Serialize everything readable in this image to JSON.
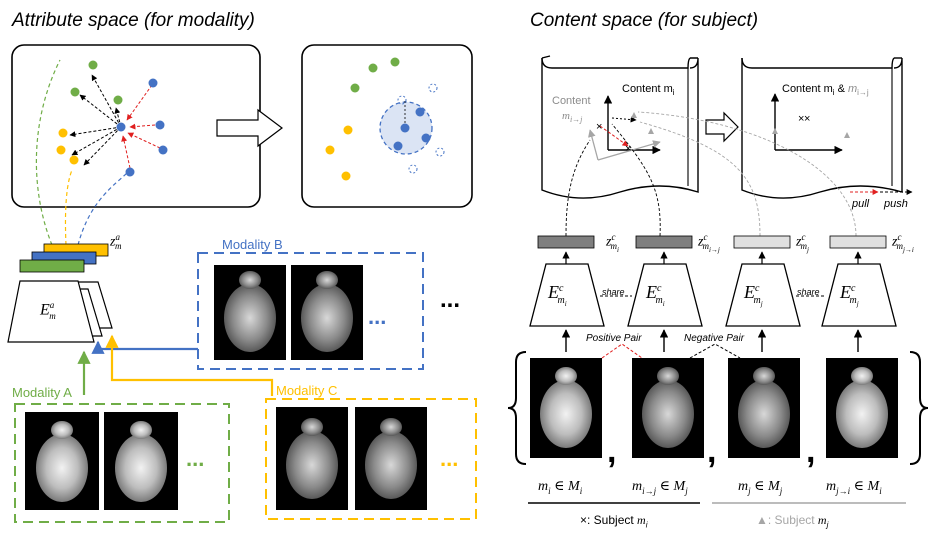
{
  "left": {
    "title": "Attribute space (for modality)",
    "encoder": "E",
    "encoder_sub": "m",
    "encoder_sup": "a",
    "latent": "z",
    "latent_sub": "m",
    "latent_sup": "a",
    "modality_a": "Modality A",
    "modality_b": "Modality B",
    "modality_c": "Modality C",
    "ellipsis": "...",
    "more": "..."
  },
  "right": {
    "title": "Content space (for subject)",
    "content_mi": "Content m",
    "content_mi_sub": "i",
    "content_mij": "Content",
    "content_mij_m": "m",
    "content_mij_sub": "i→j",
    "content_both": "Content m",
    "content_both_sub1": "i",
    "content_both_amp": " & ",
    "content_both_m2": "m",
    "content_both_sub2": "i→j",
    "pull": "pull",
    "push": "push",
    "share": "share",
    "positive_pair": "Positive Pair",
    "negative_pair": "Negative Pair",
    "latents": [
      {
        "base": "z",
        "sub": "m",
        "subsub": "i",
        "sup": "c"
      },
      {
        "base": "z",
        "sub": "m",
        "subsub": "i→j",
        "sup": "c"
      },
      {
        "base": "z",
        "sub": "m",
        "subsub": "j",
        "sup": "c"
      },
      {
        "base": "z",
        "sub": "m",
        "subsub": "j→i",
        "sup": "c"
      }
    ],
    "encoders": [
      {
        "base": "E",
        "sub": "m",
        "subsub": "i",
        "sup": "c"
      },
      {
        "base": "E",
        "sub": "m",
        "subsub": "i",
        "sup": "c"
      },
      {
        "base": "E",
        "sub": "m",
        "subsub": "j",
        "sup": "c"
      },
      {
        "base": "E",
        "sub": "m",
        "subsub": "j",
        "sup": "c"
      }
    ],
    "sets": [
      {
        "m": "m",
        "sub": "i",
        "in": " ∈ ",
        "M": "M",
        "Msub": "i"
      },
      {
        "m": "m",
        "sub": "i→j",
        "in": " ∈ ",
        "M": "M",
        "Msub": "j"
      },
      {
        "m": "m",
        "sub": "j",
        "in": " ∈ ",
        "M": "M",
        "Msub": "j"
      },
      {
        "m": "m",
        "sub": "j→i",
        "in": " ∈ ",
        "M": "M",
        "Msub": "i"
      }
    ],
    "legend_x": "×: Subject ",
    "legend_x_m": "m",
    "legend_x_sub": "i",
    "legend_tri": "▲: Subject ",
    "legend_tri_m": "m",
    "legend_tri_sub": "j",
    "comma": ","
  },
  "colors": {
    "green": "#70ad47",
    "blue": "#4472c4",
    "yellow": "#ffc000",
    "red": "#e02020",
    "gray": "#a6a6a6"
  }
}
